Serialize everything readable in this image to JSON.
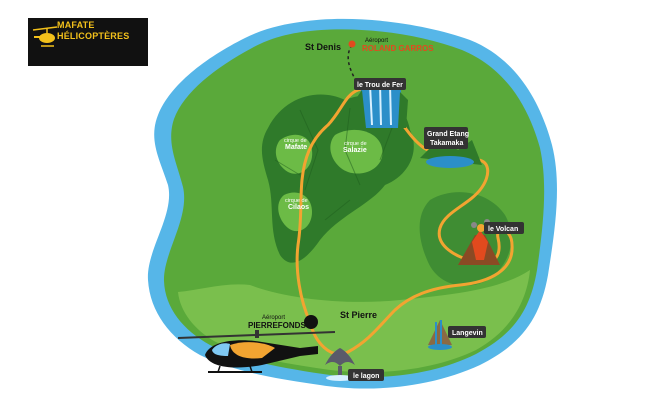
{
  "logo": {
    "line1": "MAFATE",
    "line2": "HÉLICOPTÈRES",
    "text_color": "#f3c11b",
    "bg_color": "#111111"
  },
  "places": {
    "st_denis": "St Denis",
    "airport_north_small": "Aéroport",
    "airport_north_name": "ROLAND GARROS",
    "trou_de_fer": "le Trou de Fer",
    "grand_etang_1": "Grand Etang",
    "grand_etang_2": "Takamaka",
    "mafate_1": "cirque de",
    "mafate_2": "Mafate",
    "salazie_1": "cirque de",
    "salazie_2": "Salazie",
    "cilaos_1": "cirque de",
    "cilaos_2": "Cilaos",
    "volcan": "le Volcan",
    "st_pierre": "St Pierre",
    "airport_south_small": "Aéroport",
    "airport_south_name": "PIERREFONDS",
    "langevin": "Langevin",
    "lagon": "le lagon"
  },
  "colors": {
    "sea": "#56b6e8",
    "land": "#5aa93a",
    "land_light": "#8fcf5a",
    "mountain": "#2f7a2a",
    "route": "#f2a431",
    "badge_bg": "#333333",
    "badge_text": "#ffffff",
    "airport_red": "#e24a1e"
  }
}
